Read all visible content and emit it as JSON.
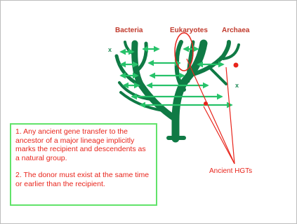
{
  "labels": {
    "bacteria": "Bacteria",
    "eukaryotes": "Eukaryotes",
    "archaea": "Archaea",
    "ancient_hgts": "Ancient HGTs",
    "left_x": "x",
    "right_x": "x"
  },
  "notes": {
    "point1": "1. Any ancient gene transfer to the ancestor of a major lineage implicitly marks the recipient and descendents as a natural group.",
    "point2": "2. The donor must exist at the same time or earlier than the recipient."
  },
  "colors": {
    "tree": "#0f7a45",
    "hgt_arrows": "#27c26a",
    "highlight": "#e8241b"
  }
}
